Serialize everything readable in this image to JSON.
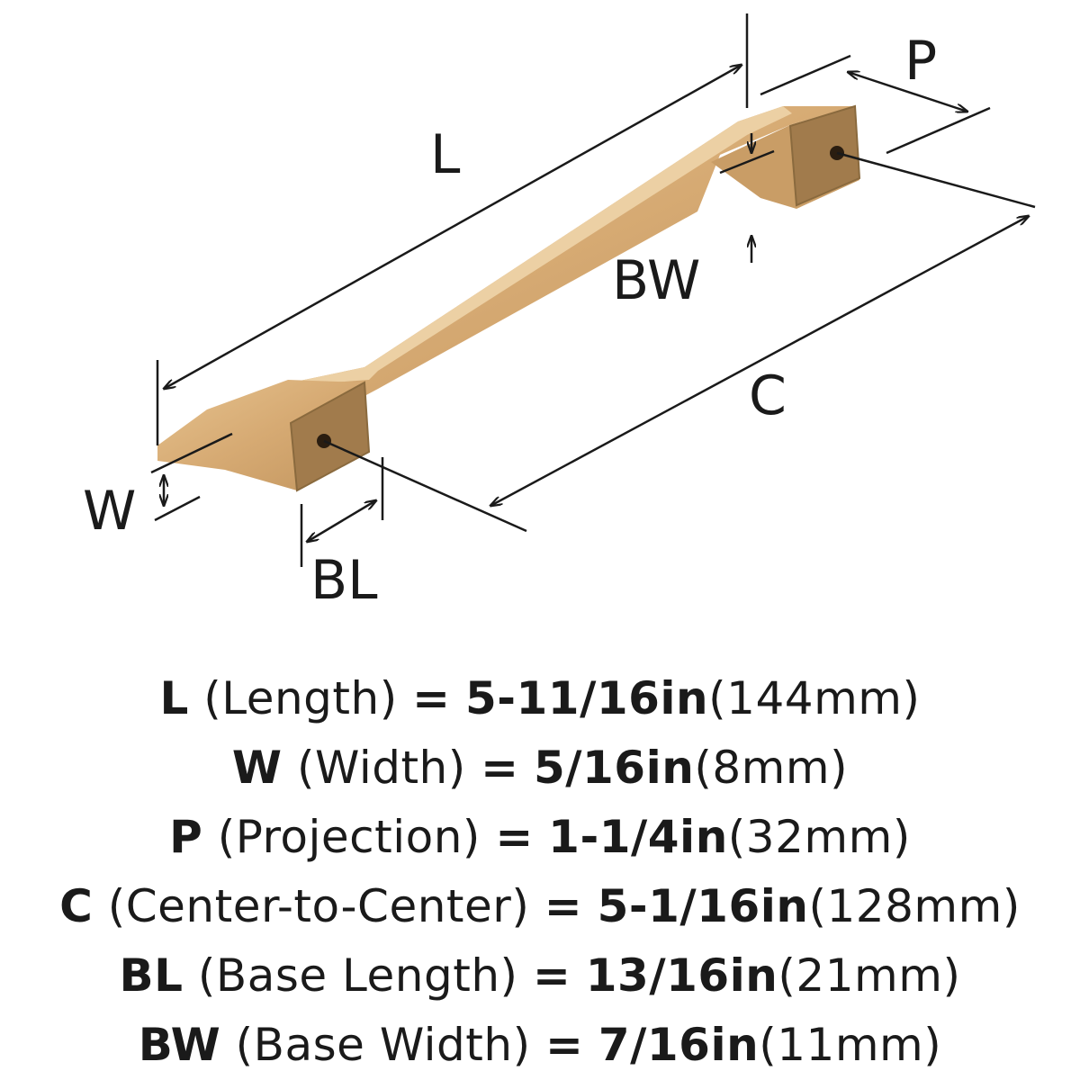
{
  "labels": {
    "L": "L",
    "P": "P",
    "BW": "BW",
    "C": "C",
    "W": "W",
    "BL": "BL"
  },
  "colors": {
    "finish": "#d8ad78",
    "finish_dark": "#b98f5c",
    "base_face": "#a17b4c",
    "line": "#1a1a1a"
  },
  "specs": [
    {
      "code": "L",
      "name": "(Length)",
      "eq": "=",
      "imperial": "5-11/16in",
      "metric": "(144mm)"
    },
    {
      "code": "W",
      "name": "(Width)",
      "eq": "=",
      "imperial": "5/16in",
      "metric": "(8mm)"
    },
    {
      "code": "P",
      "name": "(Projection)",
      "eq": "=",
      "imperial": "1-1/4in",
      "metric": "(32mm)"
    },
    {
      "code": "C",
      "name": "(Center-to-Center)",
      "eq": "=",
      "imperial": "5-1/16in",
      "metric": "(128mm)"
    },
    {
      "code": "BL",
      "name": "(Base Length)",
      "eq": "=",
      "imperial": "13/16in",
      "metric": "(21mm)"
    },
    {
      "code": "BW",
      "name": "(Base Width)",
      "eq": "=",
      "imperial": "7/16in",
      "metric": "(11mm)"
    }
  ]
}
